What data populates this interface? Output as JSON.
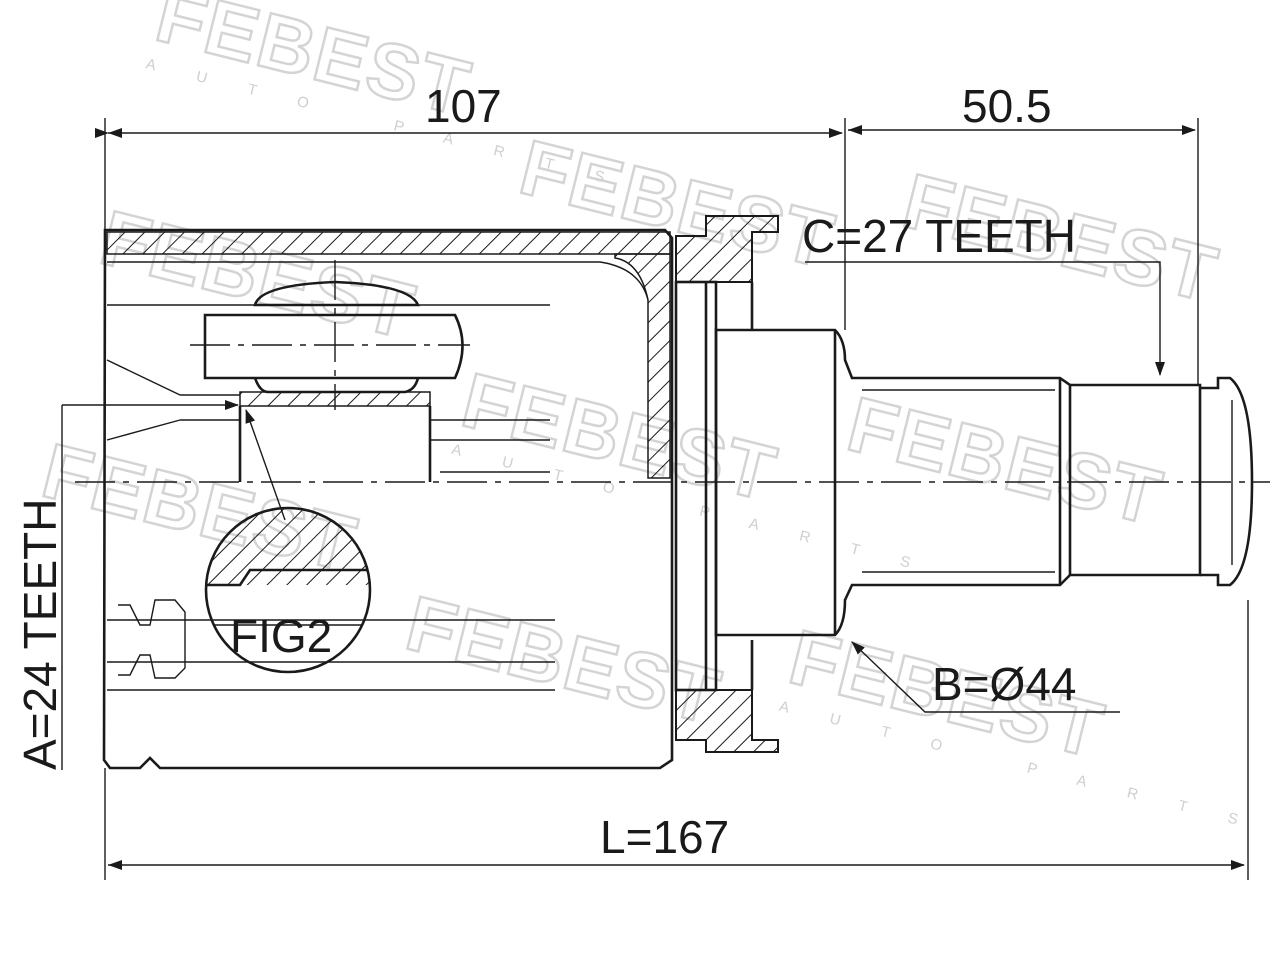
{
  "watermark": {
    "brand": "FEBEST",
    "sub": "AUTO PARTS"
  },
  "dimensions": {
    "top_left": "107",
    "top_right": "50.5",
    "teeth_c": "C=27 TEETH",
    "teeth_a": "A=24 TEETH",
    "diameter_b": "B=Ø44",
    "length": "L=167",
    "figure": "FIG2"
  }
}
